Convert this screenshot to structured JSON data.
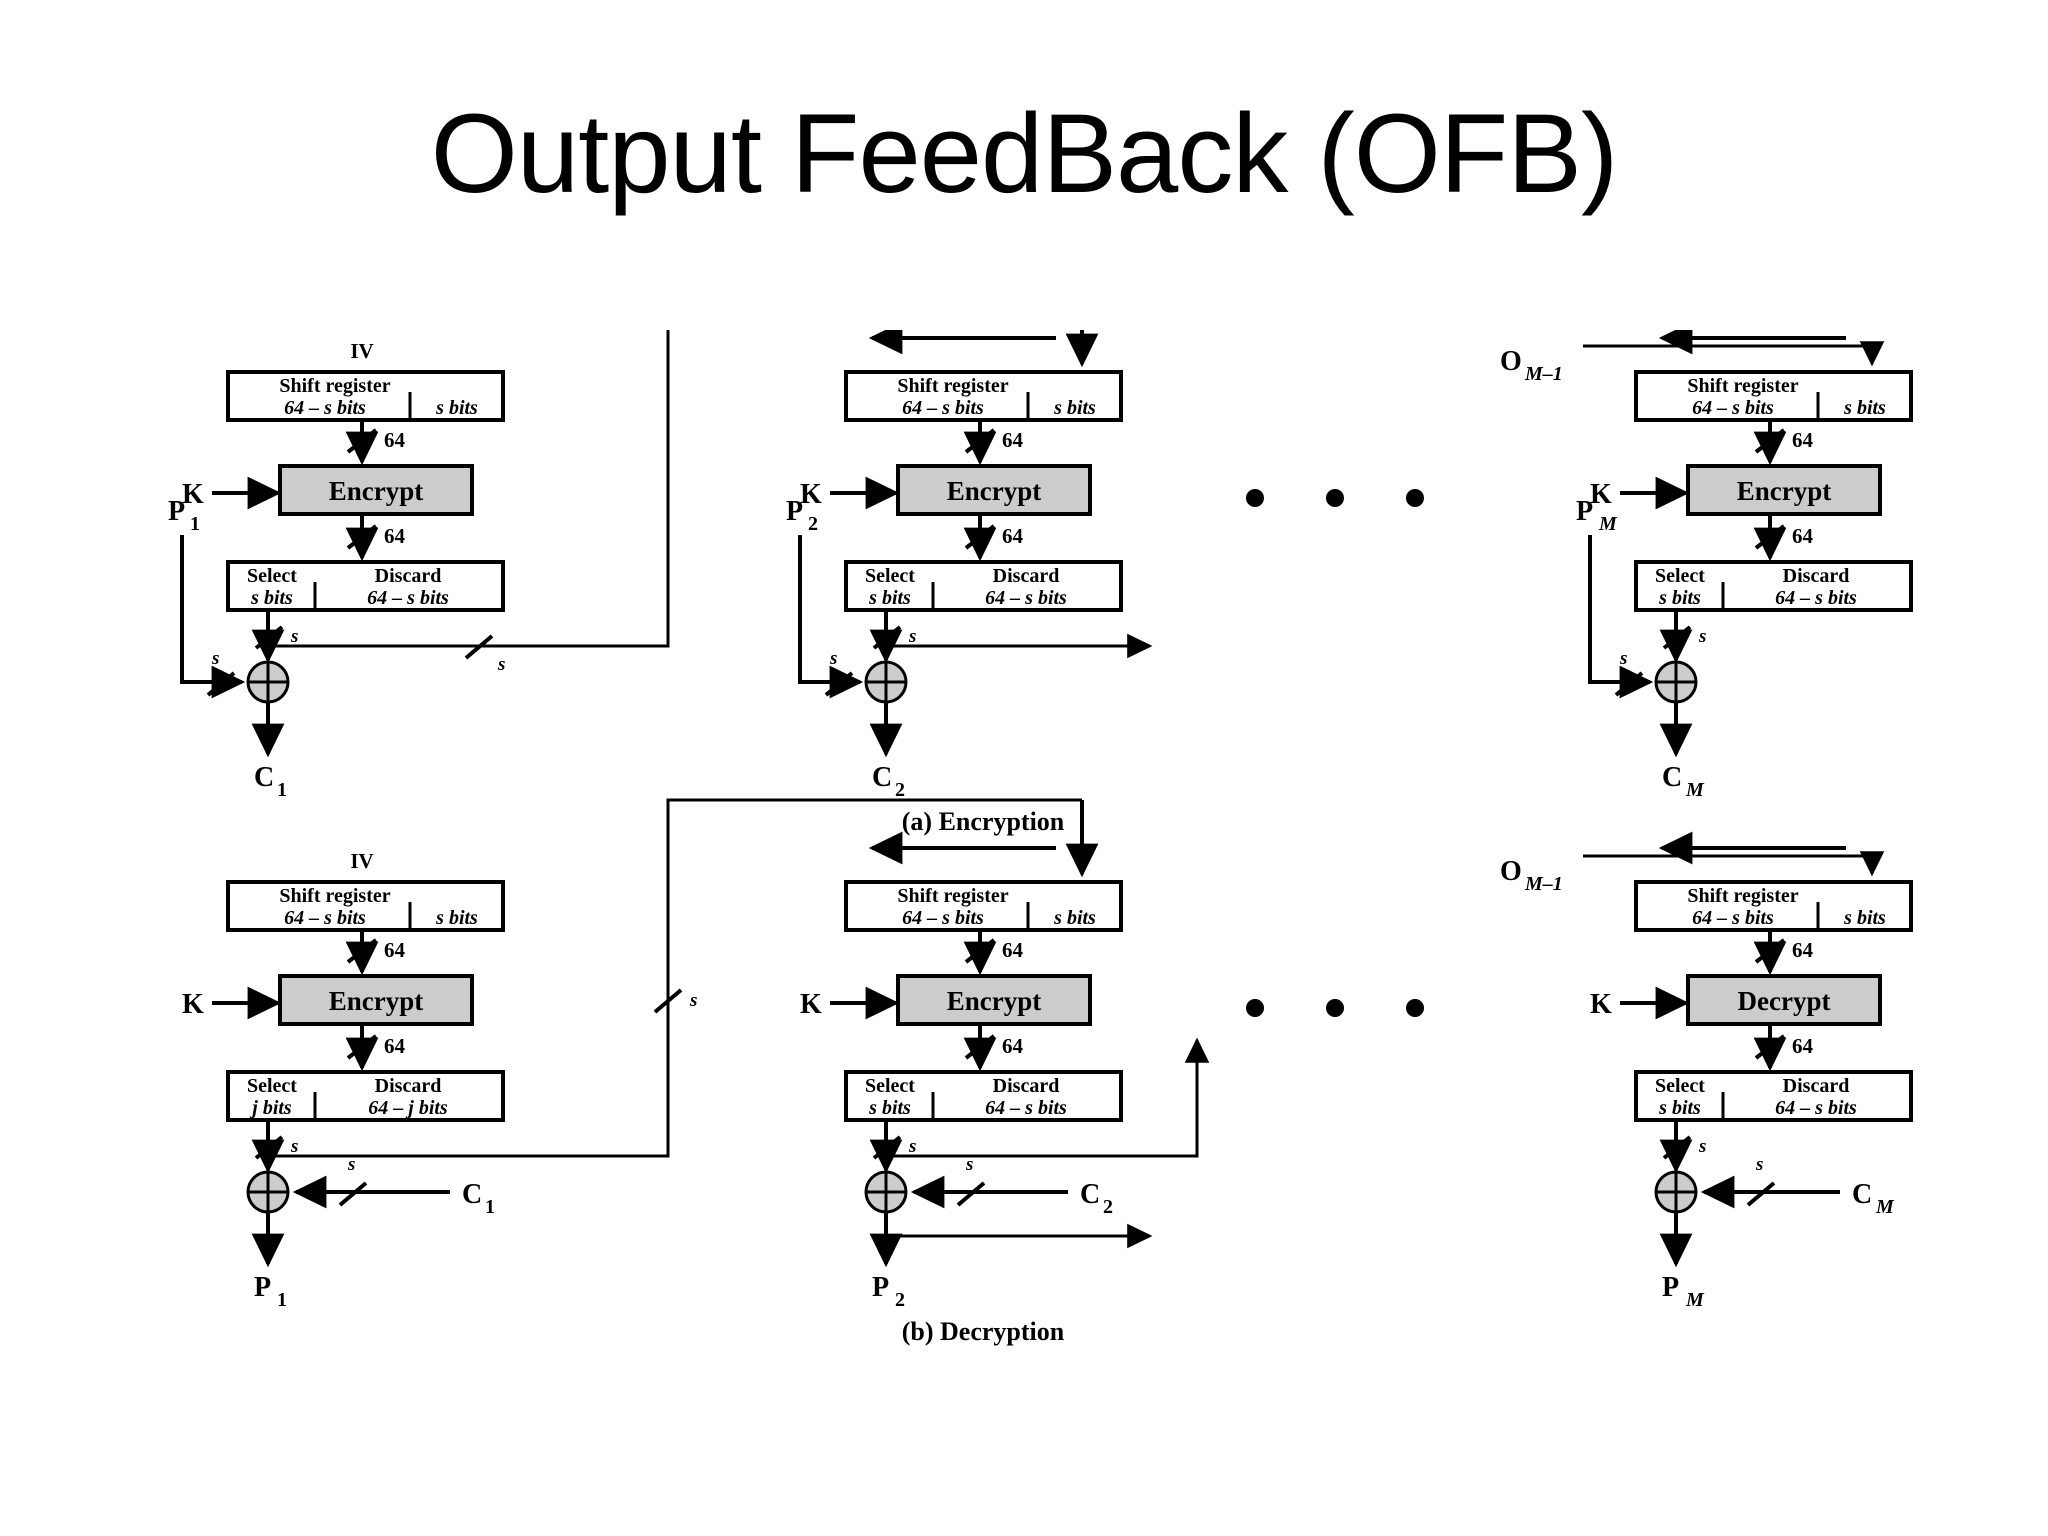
{
  "slide": {
    "title": "Output FeedBack (OFB)"
  },
  "figure": {
    "caption_a": "(a) Encryption",
    "caption_b": "(b) Decryption",
    "labels": {
      "iv": "IV",
      "key": "K",
      "o_prev": "O",
      "o_prev_sub": "M–1",
      "shift_register": "Shift register",
      "shift_left_bits": "64 – s bits",
      "shift_right_bits": "s bits",
      "select": "Select",
      "discard": "Discard",
      "select_s_bits": "s bits",
      "discard_s_bits": "64 – s bits",
      "select_j_bits": "j bits",
      "discard_j_bits": "64 – j bits",
      "encrypt": "Encrypt",
      "decrypt": "Decrypt",
      "width_64": "64",
      "width_s": "s",
      "ellipsis": "• • •"
    },
    "encryption": {
      "stages": [
        {
          "plaintext": "P",
          "plaintext_sub": "1",
          "ciphertext": "C",
          "ciphertext_sub": "1",
          "cipher_op": "Encrypt",
          "select_bits": "s bits",
          "discard_bits": "64 – s bits",
          "has_iv": true
        },
        {
          "plaintext": "P",
          "plaintext_sub": "2",
          "ciphertext": "C",
          "ciphertext_sub": "2",
          "cipher_op": "Encrypt",
          "select_bits": "s bits",
          "discard_bits": "64 – s bits",
          "has_iv": false
        },
        {
          "plaintext": "P",
          "plaintext_sub": "M",
          "ciphertext": "C",
          "ciphertext_sub": "M",
          "cipher_op": "Encrypt",
          "select_bits": "s bits",
          "discard_bits": "64 – s bits",
          "has_iv": false
        }
      ]
    },
    "decryption": {
      "stages": [
        {
          "ciphertext": "C",
          "ciphertext_sub": "1",
          "plaintext": "P",
          "plaintext_sub": "1",
          "cipher_op": "Encrypt",
          "select_bits": "j bits",
          "discard_bits": "64 – j bits",
          "has_iv": true
        },
        {
          "ciphertext": "C",
          "ciphertext_sub": "2",
          "plaintext": "P",
          "plaintext_sub": "2",
          "cipher_op": "Encrypt",
          "select_bits": "s bits",
          "discard_bits": "64 – s bits",
          "has_iv": false
        },
        {
          "ciphertext": "C",
          "ciphertext_sub": "M",
          "plaintext": "P",
          "plaintext_sub": "M",
          "cipher_op": "Decrypt",
          "select_bits": "s bits",
          "discard_bits": "64 – s bits",
          "has_iv": false
        }
      ]
    },
    "colors": {
      "cipher_box_fill": "#cccccc",
      "xor_fill": "#cccccc",
      "line": "#000000",
      "background": "#ffffff"
    }
  }
}
